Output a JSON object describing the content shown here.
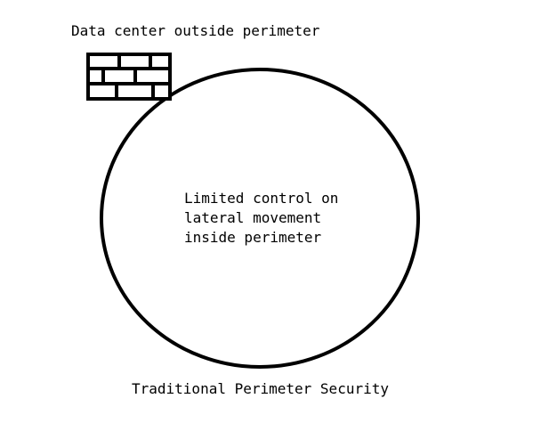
{
  "diagram": {
    "top_label": "Data center outside perimeter",
    "center_label": "Limited control on\nlateral movement\ninside perimeter",
    "bottom_label": "Traditional Perimeter Security",
    "icons": {
      "firewall": "brick-wall-icon"
    },
    "colors": {
      "stroke": "#000000",
      "background": "#ffffff"
    }
  }
}
